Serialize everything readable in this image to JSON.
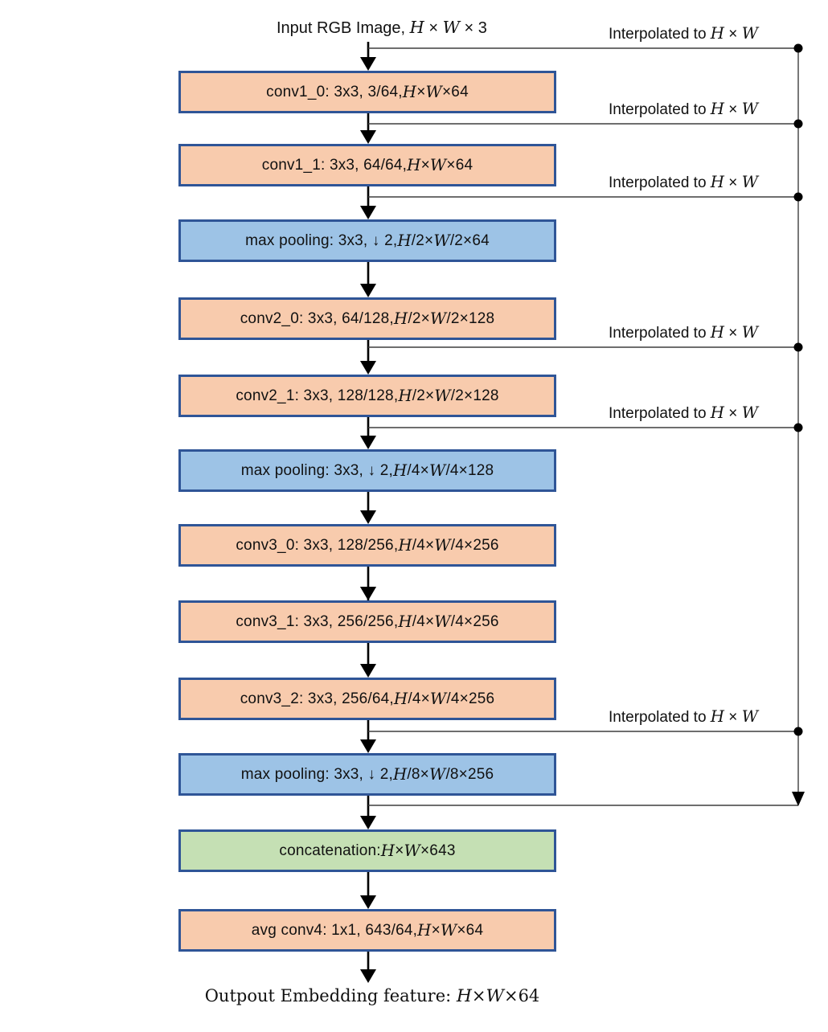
{
  "title": "Input RGB Image, H × W × 3",
  "output_label": "Outpout Embedding feature: H×W×64",
  "interpolation_label": "Interpolated to H × W",
  "nodes": [
    {
      "id": "conv1_0",
      "type": "conv",
      "label": "conv1_0: 3x3, 3/64, H×W×64"
    },
    {
      "id": "conv1_1",
      "type": "conv",
      "label": "conv1_1: 3x3, 64/64, H×W×64"
    },
    {
      "id": "max_pooling1",
      "type": "pool",
      "label": "max pooling: 3x3, ↓ 2, H/2×W/2×64"
    },
    {
      "id": "conv2_0",
      "type": "conv",
      "label": "conv2_0: 3x3, 64/128, H/2×W/2×128"
    },
    {
      "id": "conv2_1",
      "type": "conv",
      "label": "conv2_1: 3x3, 128/128, H/2×W/2×128"
    },
    {
      "id": "max_pooling2",
      "type": "pool",
      "label": "max pooling: 3x3, ↓ 2, H/4×W/4×128"
    },
    {
      "id": "conv3_0",
      "type": "conv",
      "label": "conv3_0: 3x3, 128/256, H/4×W/4×256"
    },
    {
      "id": "conv3_1",
      "type": "conv",
      "label": "conv3_1: 3x3, 256/256, H/4×W/4×256"
    },
    {
      "id": "conv3_2",
      "type": "conv",
      "label": "conv3_2: 3x3, 256/64, H/4×W/4×256"
    },
    {
      "id": "max_pooling3",
      "type": "pool",
      "label": "max pooling: 3x3, ↓ 2, H/8×W/8×256"
    },
    {
      "id": "concatenation",
      "type": "concat",
      "label": "concatenation: H×W×643"
    },
    {
      "id": "avg_conv4",
      "type": "conv",
      "label": "avg conv4: 1x1, 643/64, H×W×64"
    }
  ],
  "colors": {
    "conv-fill": "#F8CBAD",
    "pool-fill": "#9DC3E6",
    "concat-fill": "#C5E0B4",
    "border": "#2F5597",
    "wire": "#3f3f3f",
    "arrow": "#000000"
  }
}
